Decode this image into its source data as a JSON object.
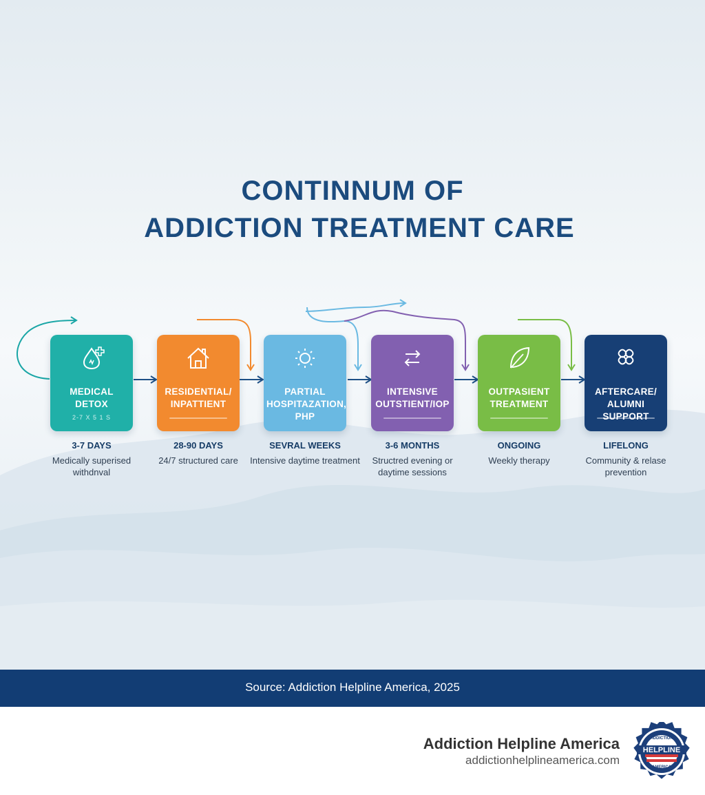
{
  "title_line1": "CONTINNUM OF",
  "title_line2": "ADDICTION TREATMENT CARE",
  "stages": [
    {
      "label_lines": [
        "MEDICAL",
        "DETOX"
      ],
      "sub": "2-7 X 5 1 S",
      "duration": "3-7 DAYS",
      "desc_lines": [
        "Medically superised",
        "withdnval"
      ],
      "color": "#20b0a8",
      "icon": "droplet-plus-icon"
    },
    {
      "label_lines": [
        "RESIDENTIAL/",
        "INPATTIENT"
      ],
      "duration": "28-90 DAYS",
      "desc_lines": [
        "24/7 structured care"
      ],
      "color": "#f28a2f",
      "icon": "house-icon"
    },
    {
      "label_lines": [
        "PARTIAL",
        "HOSPITAZATION,",
        "PHP"
      ],
      "duration": "SEVRAL WEEKS",
      "desc_lines": [
        "Intensive daytime treatment"
      ],
      "color": "#6ab9e2",
      "icon": "sun-icon"
    },
    {
      "label_lines": [
        "INTENSIVE",
        "OUTSTIENT/IOP"
      ],
      "duration": "3-6 MONTHS",
      "desc_lines": [
        "Structred evening or",
        "daytime sessions"
      ],
      "color": "#8260b0",
      "icon": "swap-arrows-icon"
    },
    {
      "label_lines": [
        "OUTPASIENT",
        "TREATMENT"
      ],
      "duration": "ONGOING",
      "desc_lines": [
        "Weekly therapy"
      ],
      "color": "#79bd46",
      "icon": "leaf-icon"
    },
    {
      "label_lines": [
        "AFTERCARE/",
        "ALUMNI",
        "SUPPORT"
      ],
      "duration": "LIFELONG",
      "desc_lines": [
        "Community & relase",
        "prevention"
      ],
      "color": "#173f75",
      "icon": "puzzle-knot-icon"
    }
  ],
  "colors": {
    "title": "#1b4b7e",
    "arrow": "#1d4f86",
    "source_bar": "#123d74"
  },
  "source": "Source: Addiction Helpline America, 2025",
  "brand": {
    "name": "Addiction Helpline America",
    "url": "addictionhelplineamerica.com",
    "logo_text_top": "ADDICTION",
    "logo_text_mid": "HELPLINE",
    "logo_text_bottom": "AMERICA"
  }
}
